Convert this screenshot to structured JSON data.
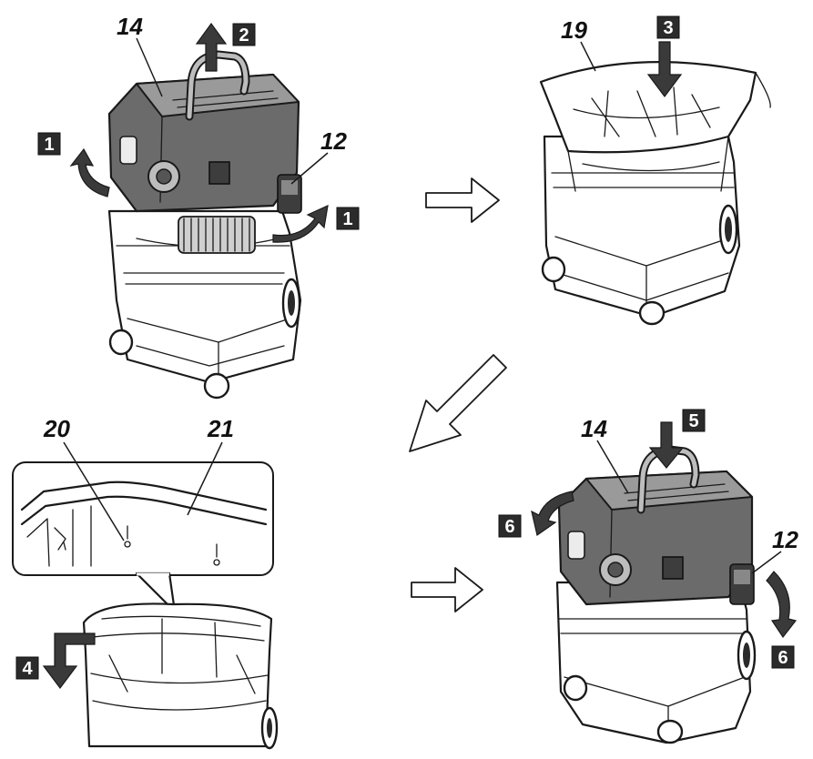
{
  "callouts": {
    "lid_top_left": "14",
    "lid_bottom_right": "14",
    "latch_top_left": "12",
    "latch_bottom_right": "12",
    "filter_bag": "19",
    "tab_20": "20",
    "rim_21": "21"
  },
  "steps": {
    "s1a": "1",
    "s1b": "1",
    "s2": "2",
    "s3": "3",
    "s4": "4",
    "s5": "5",
    "s6a": "6",
    "s6b": "6"
  },
  "colors": {
    "ink": "#1a1a1a",
    "lid": "#6b6b6b",
    "badge": "#2b2b2b"
  }
}
